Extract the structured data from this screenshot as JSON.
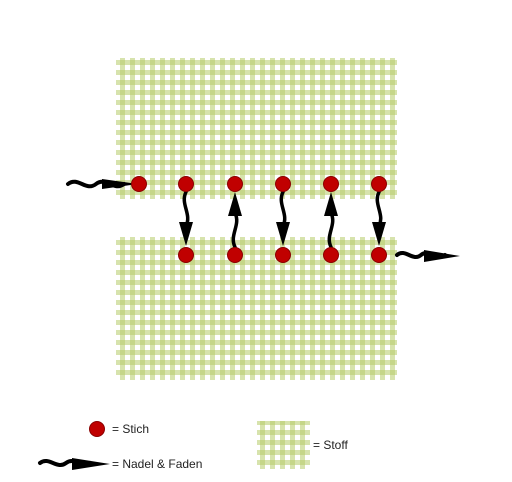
{
  "legend": {
    "stitch_label": "= Stich",
    "needle_label": "= Nadel & Faden",
    "fabric_label": "= Stoff"
  },
  "colors": {
    "stitch": "#c00000",
    "stitch_stroke": "#8a0000",
    "fabric_check": "#b5cc6a",
    "fabric_background": "#ffffff",
    "thread": "#000000"
  },
  "diagram": {
    "stitches_top_count": 6,
    "stitches_bottom_count": 5,
    "stitch_arrow_directions": [
      "down",
      "up",
      "down",
      "up",
      "down"
    ]
  }
}
